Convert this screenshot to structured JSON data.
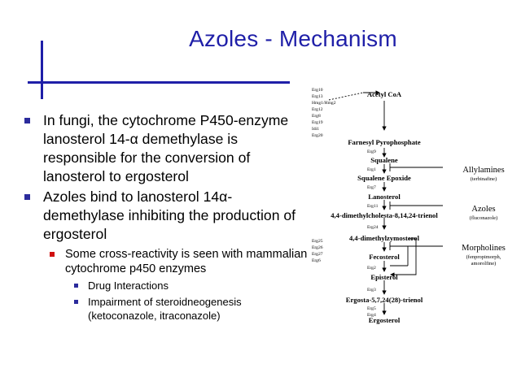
{
  "slide": {
    "title": "Azoles - Mechanism",
    "bullet1": "In fungi, the cytochrome P450-enzyme lanosterol 14-α demethylase is responsible for the conversion of lanosterol to ergosterol",
    "bullet2": "Azoles bind to lanosterol 14α-demethylase inhibiting the production of ergosterol",
    "sub1": "Some cross-reactivity is seen with mammalian cytochrome p450 enzymes",
    "subsub1": "Drug Interactions",
    "subsub2": "Impairment of steroidneogenesis (ketoconazole, itraconazole)"
  },
  "pathway": {
    "metabolites": [
      "Acetyl CoA",
      "Farnesyl Pyrophosphate",
      "Squalene",
      "Squalene Epoxide",
      "Lanosterol",
      "4,4-dimethylcholesta-8,14,24-trienol",
      "4,4-dimethylzymosterol",
      "Fecosterol",
      "Episterol",
      "Ergosta-5,7,24(28)-trienol",
      "Ergosterol"
    ],
    "genes": [
      "Erg10",
      "Erg13",
      "Hmg1/Hmg2",
      "Erg12",
      "Erg8",
      "Erg19",
      "Idi1",
      "Erg20",
      "Erg9",
      "Erg1",
      "Erg7",
      "Erg11",
      "Erg24",
      "Erg25",
      "Erg26",
      "Erg27",
      "Erg6",
      "Erg2",
      "Erg3",
      "Erg5",
      "Erg4"
    ],
    "inhibitors": [
      {
        "name": "Allylamines",
        "example": "(terbinafine)"
      },
      {
        "name": "Azoles",
        "example": "(fluconazole)"
      },
      {
        "name": "Morpholines",
        "example": "(fenpropimorph,",
        "example2": "amorolfine)"
      }
    ]
  }
}
